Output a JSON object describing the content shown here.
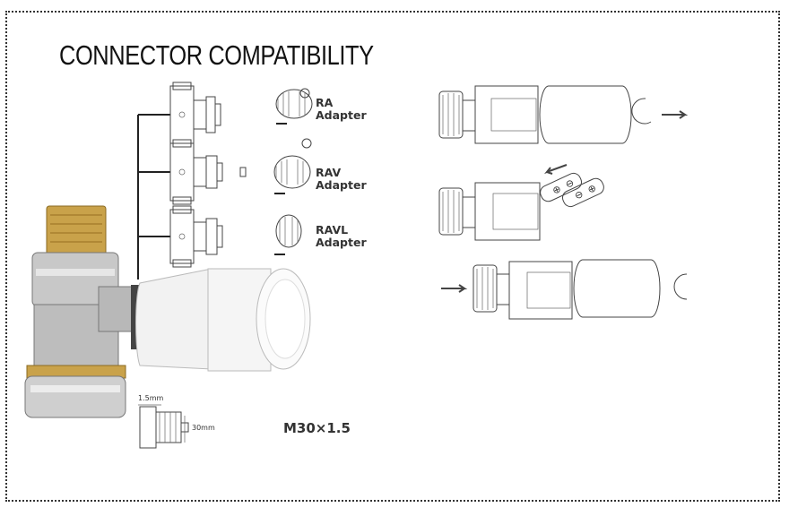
{
  "title": "CONNECTOR COMPATIBILITY",
  "adapters": [
    {
      "name": "RA",
      "suffix": "Adapter"
    },
    {
      "name": "RAV",
      "suffix": "Adapter"
    },
    {
      "name": "RAVL",
      "suffix": "Adapter"
    }
  ],
  "dimensions": {
    "gap": "1.5mm",
    "length": "30mm"
  },
  "thread_spec": "M30×1.5",
  "colors": {
    "brass": "#c9a24a",
    "chrome": "#c8c8c8",
    "thermostat_body": "#f2f2f2",
    "outline": "#444444"
  }
}
